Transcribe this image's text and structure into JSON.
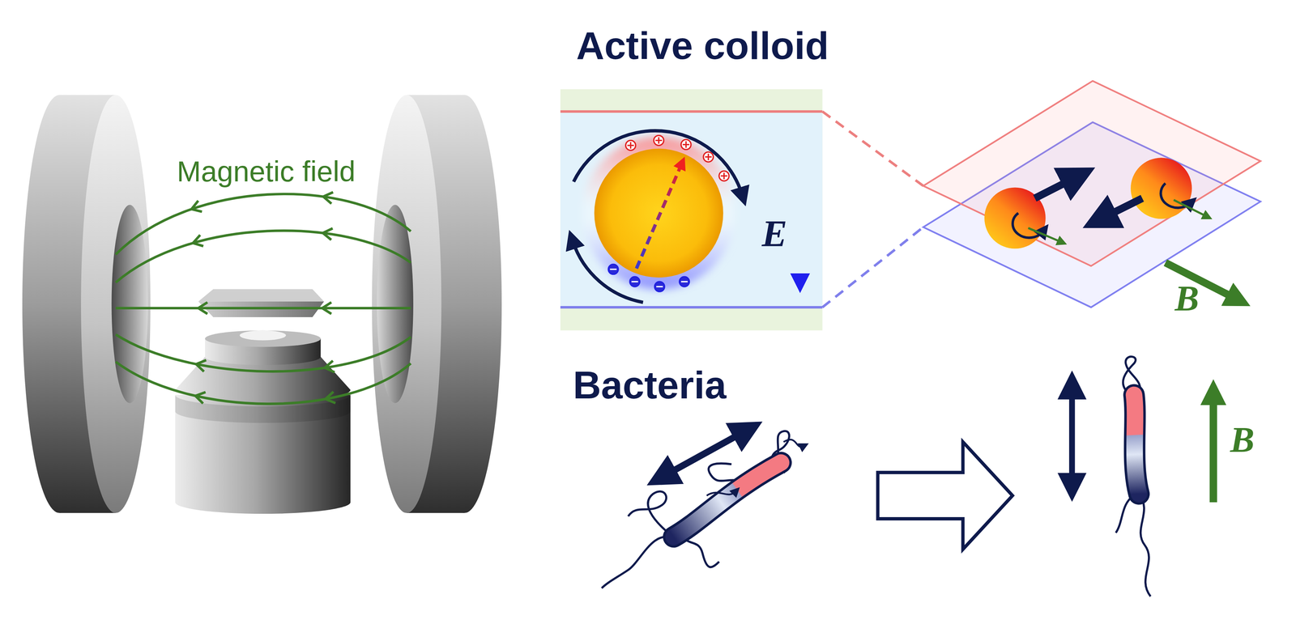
{
  "diagram": {
    "labels": [
      "Magnetic field",
      "Active colloid",
      "E",
      "B",
      "Bacteria",
      "B"
    ]
  }
}
